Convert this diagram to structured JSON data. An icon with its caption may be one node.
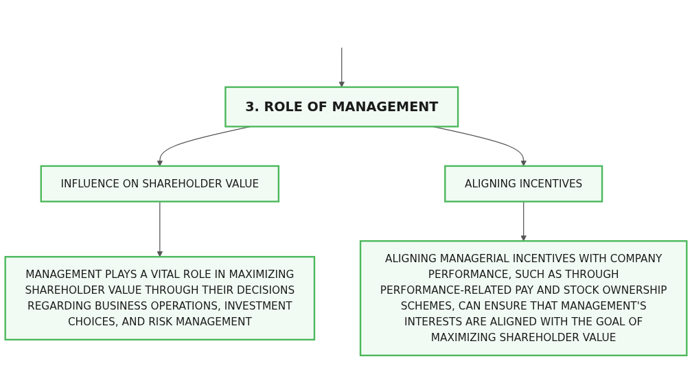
{
  "diagram": {
    "nodes": [
      {
        "text": [
          "3. ROLE OF MANAGEMENT"
        ]
      },
      {
        "text": [
          "INFLUENCE ON SHAREHOLDER VALUE"
        ]
      },
      {
        "text": [
          "ALIGNING INCENTIVES"
        ]
      },
      {
        "text": [
          "MANAGEMENT PLAYS A VITAL ROLE IN MAXIMIZING SHAREHOLDER VALUE THROUGH THEIR DECISIONS REGARDING BUSINESS OPERATIONS, INVESTMENT CHOICES, AND RISK MANAGEMENT"
        ]
      },
      {
        "text": [
          "ALIGNING MANAGERIAL INCENTIVES WITH COMPANY PERFORMANCE, SUCH AS THROUGH PERFORMANCE-RELATED PAY AND STOCK OWNERSHIP SCHEMES, CAN ENSURE THAT MANAGEMENT'S INTERESTS ARE ALIGNED WITH THE GOAL OF MAXIMIZING SHAREHOLDER VALUE"
        ]
      }
    ],
    "edges": [
      {
        "from": null,
        "to": 0,
        "arrow": "to"
      },
      {
        "from": 0,
        "to": 1,
        "arrow": "to"
      },
      {
        "from": 0,
        "to": 2,
        "arrow": "to"
      },
      {
        "from": 1,
        "to": 3,
        "arrow": "to"
      },
      {
        "from": 2,
        "to": 4,
        "arrow": "to"
      }
    ]
  }
}
